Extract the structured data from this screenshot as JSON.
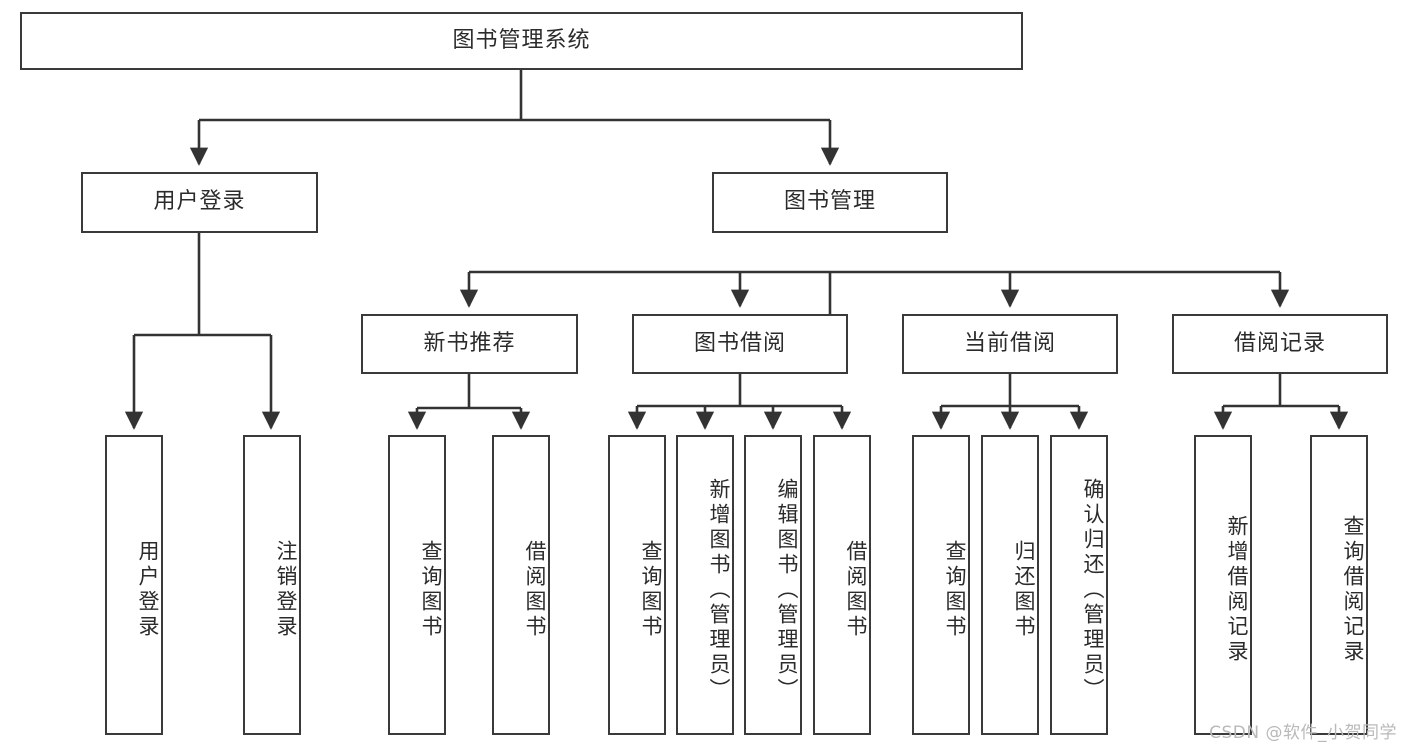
{
  "diagram": {
    "title": "图书管理系统",
    "type": "tree-hierarchy",
    "watermark": "CSDN @软件_小贺同学",
    "colors": {
      "box_border": "#3a3a3a",
      "box_fill": "#ffffff",
      "connector": "#333333",
      "text": "#2b2b2b",
      "watermark": "#b9b9b9",
      "background": "#ffffff"
    },
    "nodes": {
      "root": {
        "label": "图书管理系统"
      },
      "level2": [
        {
          "id": "user-login",
          "label": "用户登录"
        },
        {
          "id": "book-manage",
          "label": "图书管理"
        }
      ],
      "level3": [
        {
          "id": "new-book-rec",
          "label": "新书推荐",
          "parent": "book-manage"
        },
        {
          "id": "book-borrow",
          "label": "图书借阅",
          "parent": "book-manage"
        },
        {
          "id": "current-borrow",
          "label": "当前借阅",
          "parent": "book-manage"
        },
        {
          "id": "borrow-record",
          "label": "借阅记录",
          "parent": "book-manage"
        }
      ],
      "leaves": [
        {
          "id": "leaf-user-login",
          "label": "用户登录",
          "parent": "user-login"
        },
        {
          "id": "leaf-logout",
          "label": "注销登录",
          "parent": "user-login"
        },
        {
          "id": "leaf-query-book-1",
          "label": "查询图书",
          "parent": "new-book-rec"
        },
        {
          "id": "leaf-borrow-book-1",
          "label": "借阅图书",
          "parent": "new-book-rec"
        },
        {
          "id": "leaf-query-book-2",
          "label": "查询图书",
          "parent": "book-borrow"
        },
        {
          "id": "leaf-add-book",
          "label": "新增图书（管理员）",
          "parent": "book-borrow"
        },
        {
          "id": "leaf-edit-book",
          "label": "编辑图书（管理员）",
          "parent": "book-borrow"
        },
        {
          "id": "leaf-borrow-book-2",
          "label": "借阅图书",
          "parent": "book-borrow"
        },
        {
          "id": "leaf-query-book-3",
          "label": "查询图书",
          "parent": "current-borrow"
        },
        {
          "id": "leaf-return-book",
          "label": "归还图书",
          "parent": "current-borrow"
        },
        {
          "id": "leaf-confirm-return",
          "label": "确认归还（管理员）",
          "parent": "current-borrow"
        },
        {
          "id": "leaf-add-record",
          "label": "新增借阅记录",
          "parent": "borrow-record"
        },
        {
          "id": "leaf-query-record",
          "label": "查询借阅记录",
          "parent": "borrow-record"
        }
      ]
    }
  }
}
